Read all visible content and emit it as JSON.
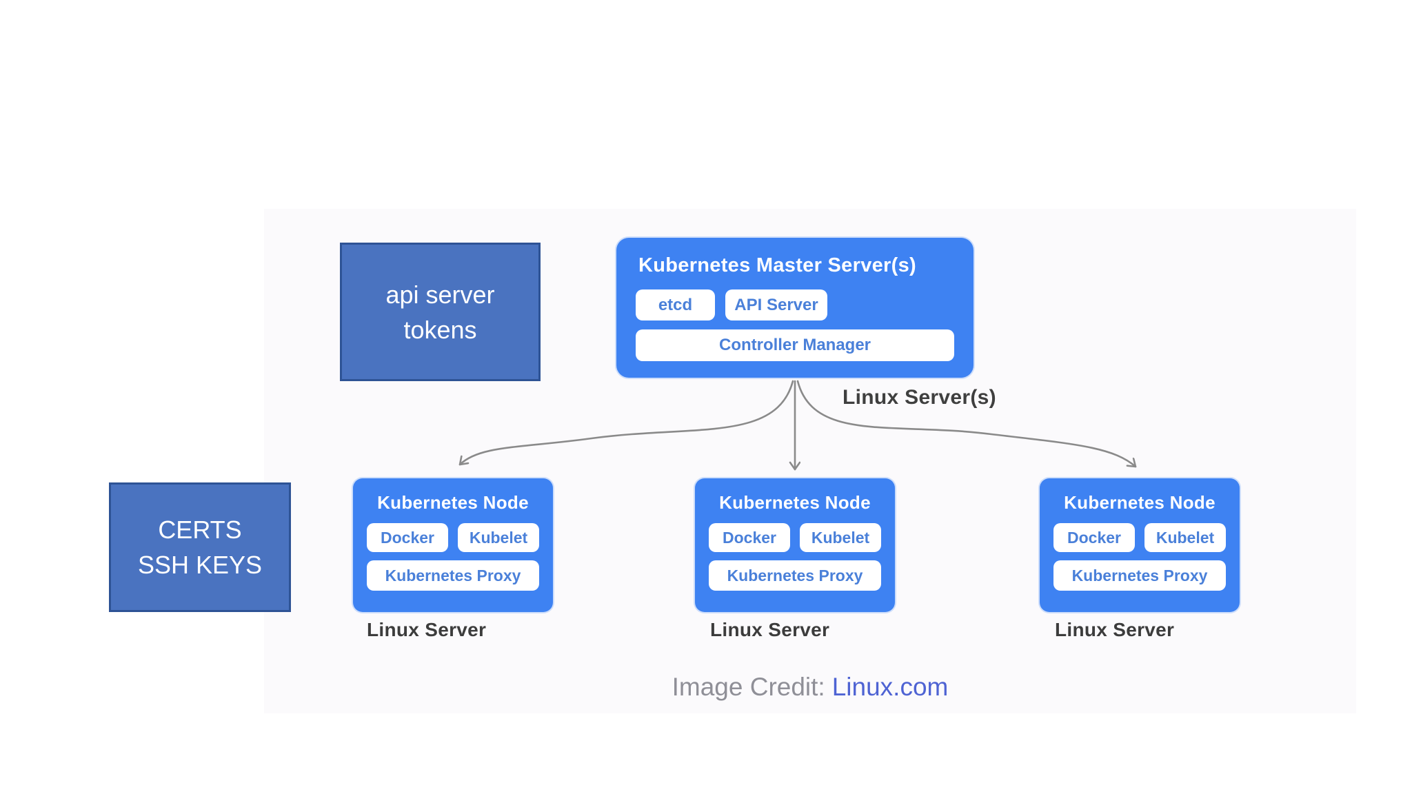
{
  "diagram": {
    "master": {
      "title": "Kubernetes Master Server(s)",
      "components": [
        "etcd",
        "API Server",
        "Controller Manager"
      ],
      "label": "Linux Server(s)"
    },
    "nodes": [
      {
        "title": "Kubernetes Node",
        "components": [
          "Docker",
          "Kubelet",
          "Kubernetes Proxy"
        ],
        "label": "Linux Server"
      },
      {
        "title": "Kubernetes Node",
        "components": [
          "Docker",
          "Kubelet",
          "Kubernetes Proxy"
        ],
        "label": "Linux Server"
      },
      {
        "title": "Kubernetes Node",
        "components": [
          "Docker",
          "Kubelet",
          "Kubernetes Proxy"
        ],
        "label": "Linux Server"
      }
    ],
    "annotations": {
      "api_tokens": {
        "line1": "api server",
        "line2": "tokens"
      },
      "certs": {
        "line1": "CERTS",
        "line2": "SSH KEYS"
      }
    },
    "credit": {
      "prefix": "Image Credit:",
      "link_text": "Linux.com"
    },
    "colors": {
      "k8s_blue": "#3e82f2",
      "pill_text_blue": "#4a80d9",
      "annotation_blue": "#4a73c0",
      "annotation_border": "#2e5395",
      "arrow_gray": "#8a8a8a",
      "label_dark": "#3c3c3c",
      "credit_gray": "#8f8f97",
      "credit_link_blue": "#4e63d3",
      "canvas_bg": "#fbfafc"
    }
  }
}
